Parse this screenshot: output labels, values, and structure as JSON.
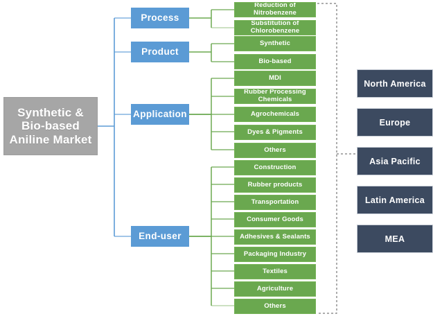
{
  "diagram": {
    "title": "Synthetic & Bio-based Aniline Market Segmentation",
    "colors": {
      "root": "#a6a6a6",
      "category": "#5b9bd5",
      "leaf": "#6aa84f",
      "region": "#3c4a60",
      "blue_connector": "#5b9bd5",
      "green_connector": "#6aa84f",
      "dashed_connector": "#595959"
    }
  },
  "root": {
    "label": "Synthetic & Bio-based Aniline Market",
    "line1": "Synthetic &",
    "line2": "Bio-based",
    "line3": "Aniline Market"
  },
  "categories": [
    {
      "id": "process",
      "label": "Process"
    },
    {
      "id": "product",
      "label": "Product"
    },
    {
      "id": "application",
      "label": "Application"
    },
    {
      "id": "enduser",
      "label": "End-user"
    }
  ],
  "leaves": {
    "process": [
      "Reduction of Nitrobenzene",
      "Substitution of Chlorobenzene"
    ],
    "product": [
      "Synthetic",
      "Bio-based"
    ],
    "application": [
      "MDI",
      "Rubber Processing Chemicals",
      "Agrochemicals",
      "Dyes & Pigments",
      "Others"
    ],
    "enduser": [
      "Construction",
      "Rubber products",
      "Transportation",
      "Consumer Goods",
      "Adhesives & Sealants",
      "Packaging Industry",
      "Textiles",
      "Agriculture",
      "Others"
    ]
  },
  "regions": [
    {
      "id": "north-america",
      "label": "North America"
    },
    {
      "id": "europe",
      "label": "Europe"
    },
    {
      "id": "asia-pacific",
      "label": "Asia Pacific"
    },
    {
      "id": "latin-america",
      "label": "Latin America"
    },
    {
      "id": "mea",
      "label": "MEA"
    }
  ]
}
